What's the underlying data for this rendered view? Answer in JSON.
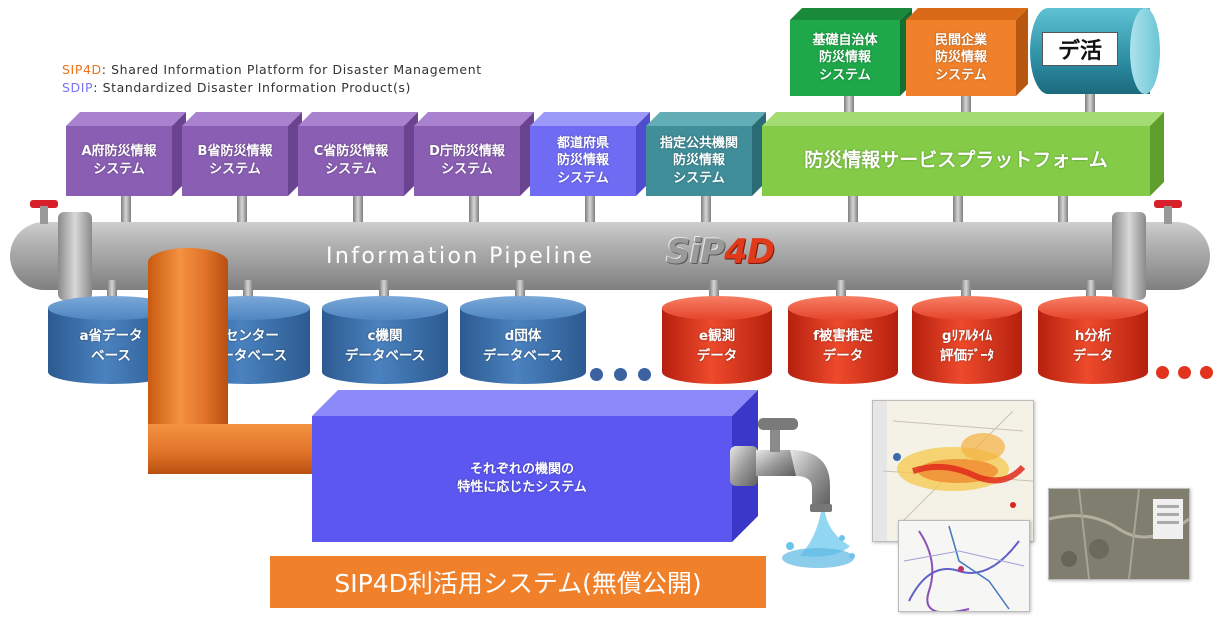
{
  "legend": {
    "sip4d_key": "SIP4D",
    "sip4d_desc": ": Shared Information Platform for Disaster Management",
    "sdip_key": "SDIP",
    "sdip_desc": ": Standardized Disaster Information Product(s)"
  },
  "top_systems": [
    {
      "line1": "A府防災情報",
      "line2": "システム"
    },
    {
      "line1": "B省防災情報",
      "line2": "システム"
    },
    {
      "line1": "C省防災情報",
      "line2": "システム"
    },
    {
      "line1": "D庁防災情報",
      "line2": "システム"
    }
  ],
  "prefecture_system": {
    "line1": "都道府県",
    "line2": "防災情報",
    "line3": "システム"
  },
  "public_agency_system": {
    "line1": "指定公共機関",
    "line2": "防災情報",
    "line3": "システム"
  },
  "service_platform": {
    "label": "防災情報サービスプラットフォーム"
  },
  "municipal_system": {
    "line1": "基礎自治体",
    "line2": "防災情報",
    "line3": "システム"
  },
  "private_system": {
    "line1": "民間企業",
    "line2": "防災情報",
    "line3": "システム"
  },
  "dekatsu_logo": {
    "text": "デ活"
  },
  "pipeline": {
    "label": "Information Pipeline",
    "logo_a": "SiP",
    "logo_b": "4",
    "logo_c": "D"
  },
  "databases_blue": [
    {
      "line1": "a省データ",
      "line2": "ベース"
    },
    {
      "line1": "bセンター",
      "line2": "データベース"
    },
    {
      "line1": "c機関",
      "line2": "データベース"
    },
    {
      "line1": "d団体",
      "line2": "データベース"
    }
  ],
  "databases_red": [
    {
      "line1": "e観測",
      "line2": "データ"
    },
    {
      "line1": "f被害推定",
      "line2": "データ"
    },
    {
      "line1": "gﾘｱﾙﾀｲﾑ",
      "line2": "評価ﾃﾞｰﾀ"
    },
    {
      "line1": "h分析",
      "line2": "データ"
    }
  ],
  "agency_system": {
    "line1": "それぞれの機関の",
    "line2": "特性に応じたシステム"
  },
  "banner": {
    "label": "SIP4D利活用システム(無償公開)"
  },
  "colors": {
    "purple": "#8a5fb3",
    "blue_violet": "#6f6cf3",
    "teal": "#3f8e99",
    "green": "#84cc48",
    "dark_green": "#1ea84a",
    "orange": "#f0802a",
    "db_blue": "#3f6fa6",
    "db_red": "#e2341c",
    "pipe_gray": "#a6a6a6"
  }
}
